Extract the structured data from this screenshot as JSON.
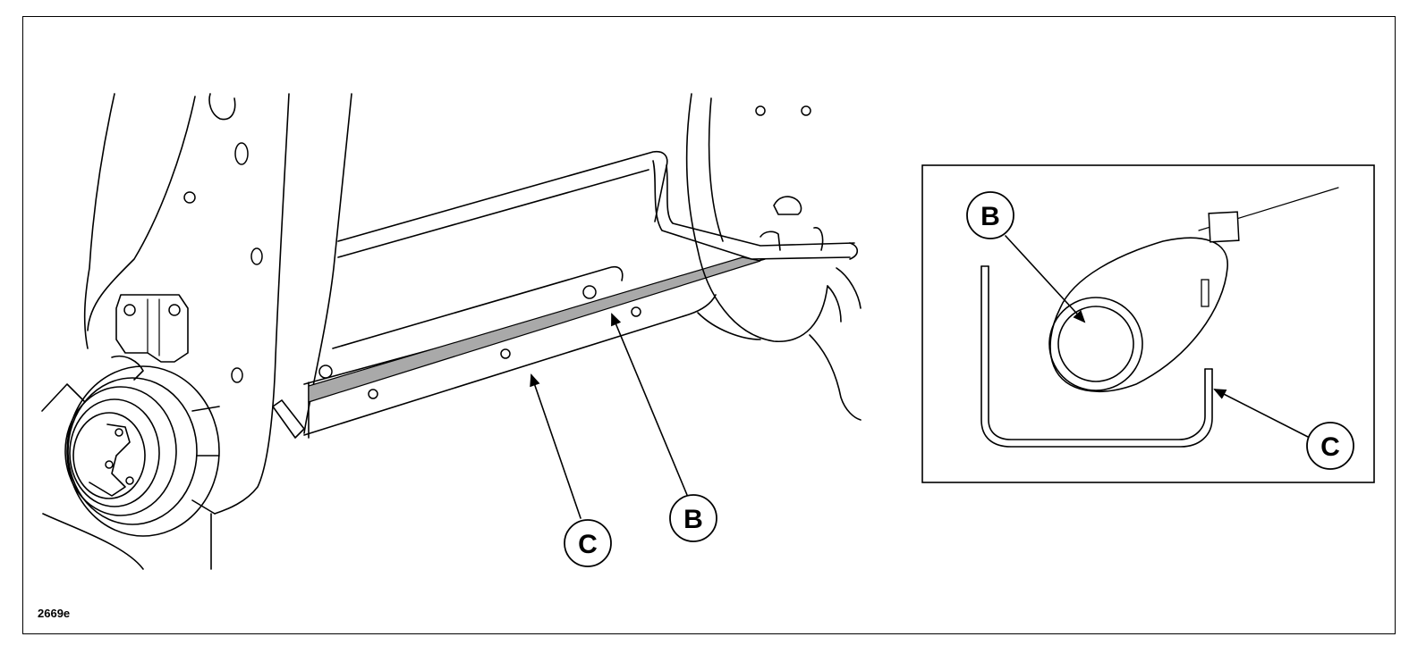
{
  "figure": {
    "id_label": "2669e"
  },
  "callouts": {
    "main_b": "B",
    "main_c": "C",
    "inset_b": "B",
    "inset_c": "C"
  }
}
